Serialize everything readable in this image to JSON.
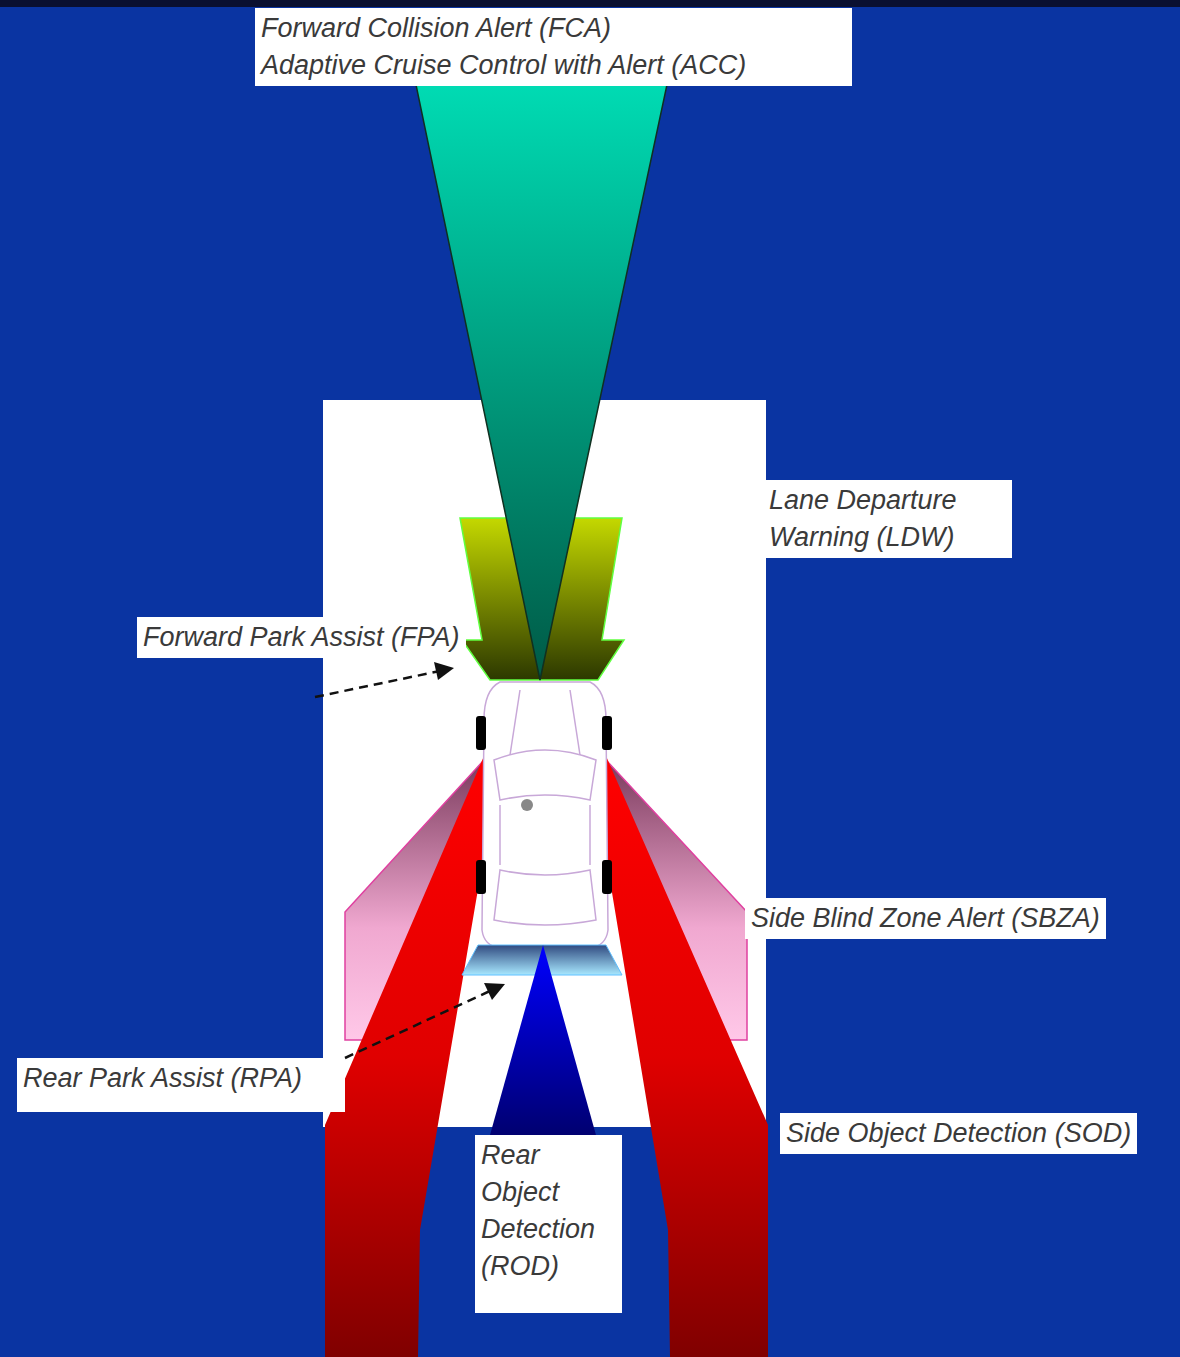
{
  "diagram": {
    "nodes": [
      {
        "text": [
          "Forward Collision Alert (FCA)",
          "Adaptive Cruise Control with Alert (ACC)"
        ]
      },
      {
        "text": [
          "Lane Departure Warning (LDW)"
        ]
      },
      {
        "text": [
          "Forward Park Assist (FPA)"
        ]
      },
      {
        "text": [
          "Side Blind Zone Alert (SBZA)"
        ]
      },
      {
        "text": [
          "Rear Park Assist (RPA)"
        ]
      },
      {
        "text": [
          "Side Object Detection (SOD)"
        ]
      },
      {
        "text": [
          "Rear Object Detection (ROD)"
        ]
      }
    ]
  }
}
